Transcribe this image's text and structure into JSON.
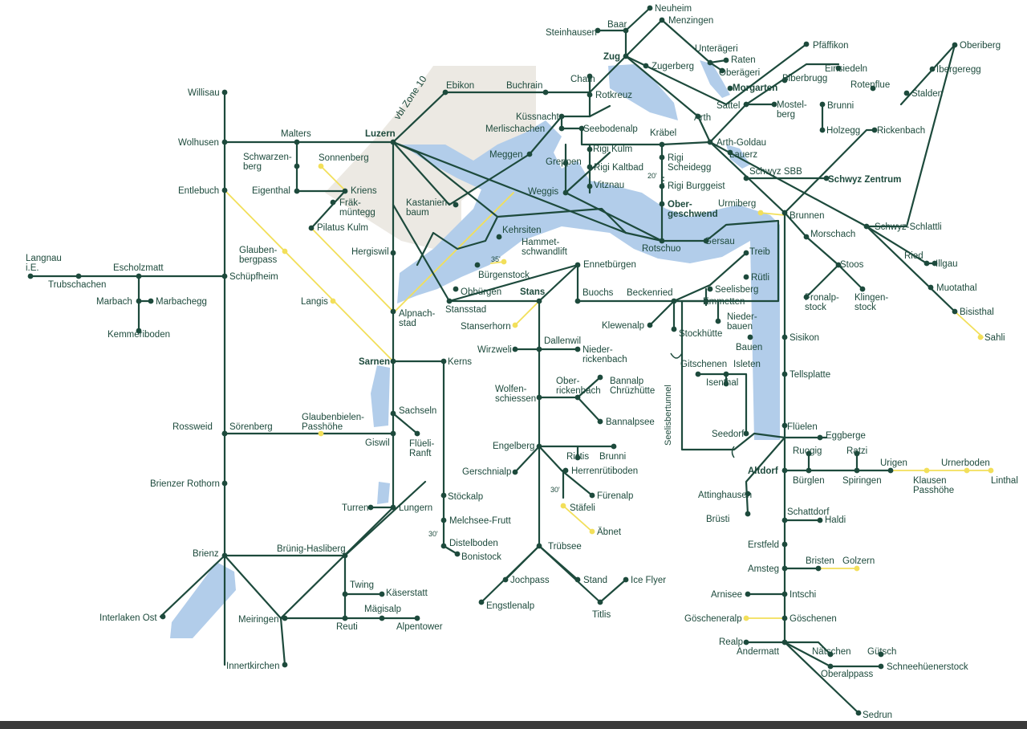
{
  "colors": {
    "line": "#1d4a3c",
    "lake": "#b2cdea",
    "zone": "#ece9e3",
    "secondary_line": "#f2df5a",
    "background": "#ffffff"
  },
  "zone_label": "vbl Zone 10",
  "tunnel_label": "Seelisbertunnel",
  "frequency_labels": [
    "35'",
    "20'",
    "30'",
    "30'"
  ],
  "stations": {
    "neuheim": "Neuheim",
    "menzingen": "Menzingen",
    "baar": "Baar",
    "steinhausen": "Steinhausen",
    "zug": "Zug",
    "unteraegeri": "Unterägeri",
    "raten": "Raten",
    "oberaegeri": "Oberägeri",
    "zugerberg": "Zugerberg",
    "morgarten": "Morgarten",
    "cham": "Cham",
    "ebikon": "Ebikon",
    "buchrain": "Buchrain",
    "rotkreuz": "Rotkreuz",
    "willisau": "Willisau",
    "wolhusen": "Wolhusen",
    "malters": "Malters",
    "luzern": "Luzern",
    "kuessnacht": "Küssnacht",
    "merlischachen": "Merlischachen",
    "seebodenalp": "Seebodenalp",
    "kraebel": "Kräbel",
    "arth": "Arth",
    "arth_goldau": "Arth-Goldau",
    "lauerz": "Lauerz",
    "sattel": "Sattel",
    "mostelberg": "Mostel-\nberg",
    "biberbrugg": "Biberbrugg",
    "einsiedeln": "Einsiedeln",
    "pfaeffikon": "Pfäffikon",
    "oberiberg": "Oberiberg",
    "ibergeregg": "Ibergeregg",
    "stalden": "Stalden",
    "rotenflue": "Rotenflue",
    "brunni_sz": "Brunni",
    "holzegg": "Holzegg",
    "rickenbach": "Rickenbach",
    "schwyz_sbb": "Schwyz SBB",
    "schwyz_zentrum": "Schwyz Zentrum",
    "schwyz_schlattli": "Schwyz-Schlattli",
    "ried": "Ried",
    "illgau": "Illgau",
    "muotathal": "Muotathal",
    "bisisthal": "Bisisthal",
    "sahli": "Sahli",
    "morschach": "Morschach",
    "stoos": "Stoos",
    "fronalpstock": "Fronalp-\nstock",
    "klingenstock": "Klingen-\nstock",
    "brunnen": "Brunnen",
    "urmiberg": "Urmiberg",
    "sisikon": "Sisikon",
    "tellsplatte": "Tellsplatte",
    "flueelen": "Flüelen",
    "eggberge": "Eggberge",
    "altdorf": "Altdorf",
    "ruogig": "Ruogig",
    "buerglen": "Bürglen",
    "ratzi": "Ratzi",
    "spiringen": "Spiringen",
    "urigen": "Urigen",
    "klausen": "Klausen\nPasshöhe",
    "urnerboden": "Urnerboden",
    "linthal": "Linthal",
    "meggen": "Meggen",
    "greppen": "Greppen",
    "weggis": "Weggis",
    "rigi_kulm": "Rigi Kulm",
    "rigi_kaltbad": "Rigi Kaltbad",
    "vitznau": "Vitznau",
    "rigi_scheidegg": "Rigi\nScheidegg",
    "rigi_burggeist": "Rigi Burggeist",
    "obergeschwend": "Ober-\ngeschwend",
    "gersau": "Gersau",
    "rotschuo": "Rotschuo",
    "treib": "Treib",
    "ruetli": "Rütli",
    "seelisberg": "Seelisberg",
    "emmetten": "Emmetten",
    "niederbauen": "Nieder-\nbauen",
    "bauen": "Bauen",
    "stockhuette": "Stockhütte",
    "klewenalp": "Klewenalp",
    "beckenried": "Beckenried",
    "buochs": "Buochs",
    "ennetbuergen": "Ennetbürgen",
    "stans": "Stans",
    "stanserhorn": "Stanserhorn",
    "stansstad": "Stansstad",
    "obbuergen": "Obbürgen",
    "buergenstock": "Bürgenstock",
    "hammetschwand": "Hammet-\nschwandlift",
    "kehrsiten": "Kehrsiten",
    "kastanienbaum": "Kastanien-\nbaum",
    "schwarzenberg": "Schwarzen-\nberg",
    "sonnenberg": "Sonnenberg",
    "kriens": "Kriens",
    "eigenthal": "Eigenthal",
    "fraekmuentegg": "Fräk-\nmüntegg",
    "pilatus_kulm": "Pilatus Kulm",
    "hergiswil": "Hergiswil",
    "alpnachstad": "Alpnach-\nstad",
    "entlebuch": "Entlebuch",
    "glaubenbergpass": "Glauben-\nbergpass",
    "langis": "Langis",
    "schuepfheim": "Schüpfheim",
    "langnau": "Langnau\ni.E.",
    "trubschachen": "Trubschachen",
    "escholzmatt": "Escholzmatt",
    "marbach": "Marbach",
    "marbachegg": "Marbachegg",
    "kemmeriboden": "Kemmeriboden",
    "sarnen": "Sarnen",
    "kerns": "Kerns",
    "sachseln": "Sachseln",
    "flueeli_ranft": "Flüeli-\nRanft",
    "giswil": "Giswil",
    "rossweid": "Rossweid",
    "soerenberg": "Sörenberg",
    "glaubenbielen": "Glaubenbielen-\nPasshöhe",
    "brienzer_rothorn": "Brienzer Rothorn",
    "brienz": "Brienz",
    "interlaken_ost": "Interlaken Ost",
    "bruenig_hasliberg": "Brünig-Hasliberg",
    "twing": "Twing",
    "kaeserstatt": "Käserstatt",
    "maegisalp": "Mägisalp",
    "alpentower": "Alpentower",
    "reuti": "Reuti",
    "meiringen": "Meiringen",
    "innertkirchen": "Innertkirchen",
    "turren": "Turren",
    "lungern": "Lungern",
    "stoeckalp": "Stöckalp",
    "melchsee_frutt": "Melchsee-Frutt",
    "distelboden": "Distelboden",
    "bonistock": "Bonistock",
    "wirzweli": "Wirzweli",
    "dallenwil": "Dallenwil",
    "niederrickenbach": "Nieder-\nrickenbach",
    "wolfenschiessen": "Wolfen-\nschiessen",
    "oberrickenbach": "Ober-\nrickenbach",
    "bannalp": "Bannalp\nChrüzhütte",
    "bannalpsee": "Bannalpsee",
    "engelberg": "Engelberg",
    "ristis": "Ristis",
    "brunni_ow": "Brunni",
    "gerschnialp": "Gerschnialp",
    "herrenruetiboden": "Herrenrütiboden",
    "fuerenalp": "Fürenalp",
    "staefeli": "Stäfeli",
    "aebnet": "Äbnet",
    "truebsee": "Trübsee",
    "jochpass": "Jochpass",
    "engstlenalp": "Engstlenalp",
    "stand": "Stand",
    "titlis": "Titlis",
    "ice_flyer": "Ice Flyer",
    "gitschenen": "Gitschenen",
    "isleten": "Isleten",
    "isenthal": "Isenthal",
    "seedorf": "Seedorf",
    "attinghausen": "Attinghausen",
    "bruesti": "Brüsti",
    "schattdorf": "Schattdorf",
    "haldi": "Haldi",
    "erstfeld": "Erstfeld",
    "amsteg": "Amsteg",
    "bristen": "Bristen",
    "golzern": "Golzern",
    "arnisee": "Arnisee",
    "intschi": "Intschi",
    "goeschenen": "Göschenen",
    "goescheneralp": "Göscheneralp",
    "realp": "Realp",
    "andermatt": "Andermatt",
    "naetschen": "Nätschen",
    "guetsch": "Gütsch",
    "schneehuenerstock": "Schneehüenerstock",
    "oberalppass": "Oberalppass",
    "sedrun": "Sedrun"
  }
}
